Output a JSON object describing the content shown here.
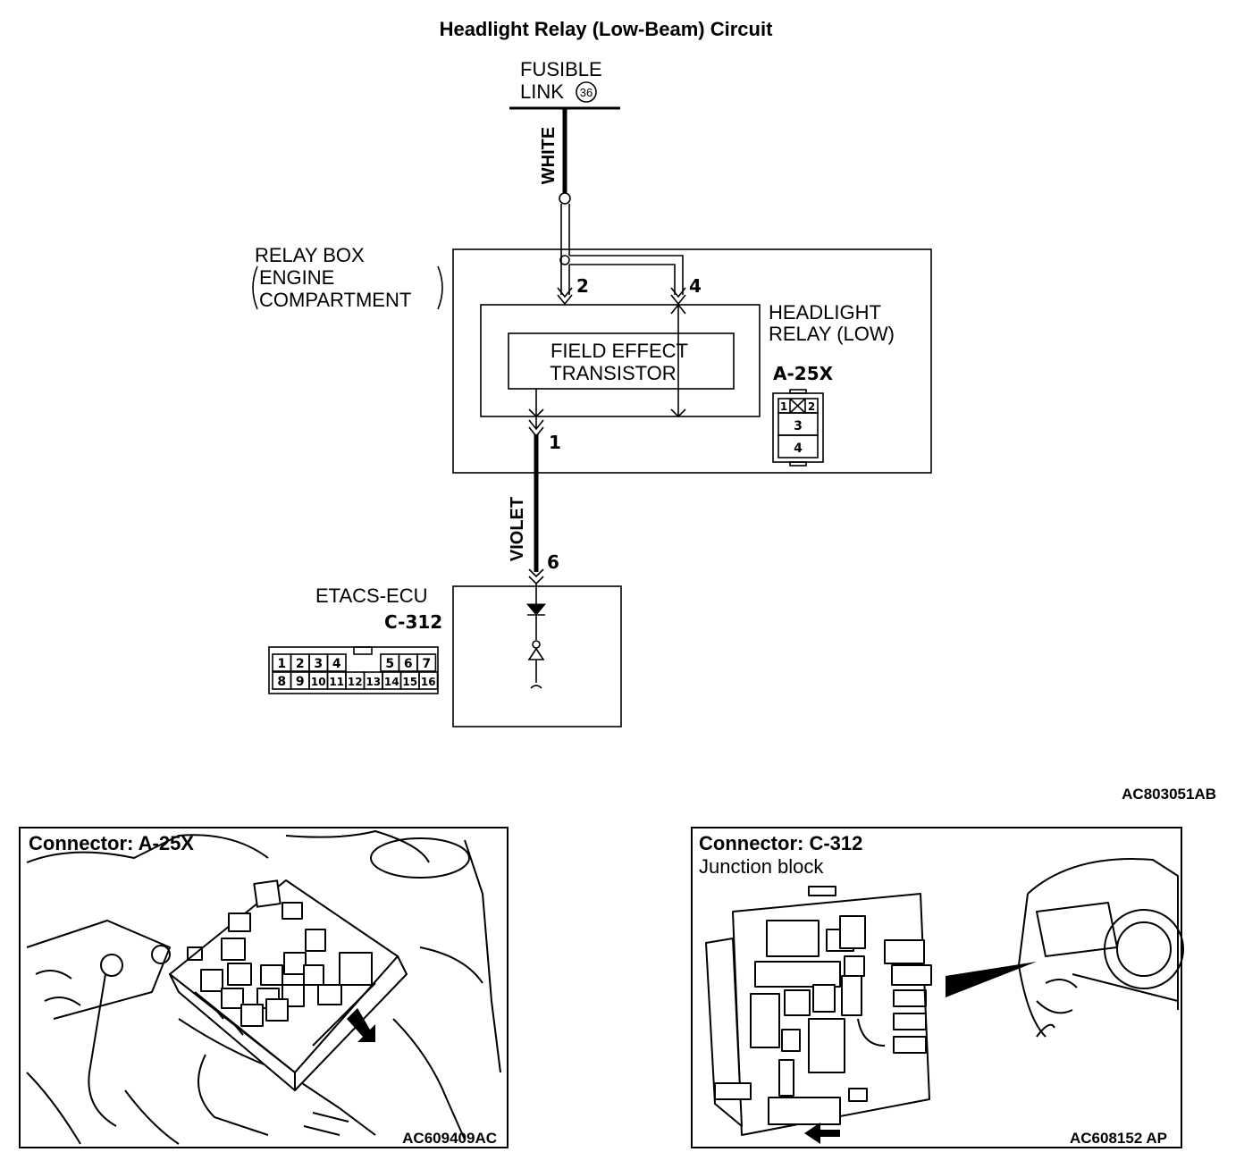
{
  "title": "Headlight Relay (Low-Beam) Circuit",
  "fusible_link": {
    "line1": "FUSIBLE",
    "line2": "LINK",
    "number": "36"
  },
  "wires": {
    "upper_color": "WHITE",
    "lower_color": "VIOLET"
  },
  "relay_box": {
    "line1": "RELAY BOX",
    "line2": "ENGINE",
    "line3": "COMPARTMENT"
  },
  "pins": {
    "relay_in": "2",
    "relay_out": "4",
    "relay_ctrl": "1",
    "ecu": "6"
  },
  "headlight_relay": {
    "line1": "HEADLIGHT",
    "line2": "RELAY (LOW)",
    "connector": "A-25X"
  },
  "fet": {
    "line1": "FIELD EFFECT",
    "line2": "TRANSISTOR"
  },
  "relay_connector_pins": [
    "1",
    "2",
    "3",
    "4"
  ],
  "ecu": {
    "name": "ETACS-ECU",
    "connector": "C-312"
  },
  "ecu_connector": {
    "row1": [
      "1",
      "2",
      "3",
      "4",
      "",
      "5",
      "6",
      "7"
    ],
    "row2": [
      "8",
      "9",
      "10",
      "11",
      "12",
      "13",
      "14",
      "15",
      "16"
    ]
  },
  "figure_code": "AC803051AB",
  "photo_left": {
    "title": "Connector: A-25X",
    "code": "AC609409AC"
  },
  "photo_right": {
    "title": "Connector: C-312",
    "subtitle": "Junction block",
    "code": "AC608152 AP"
  }
}
